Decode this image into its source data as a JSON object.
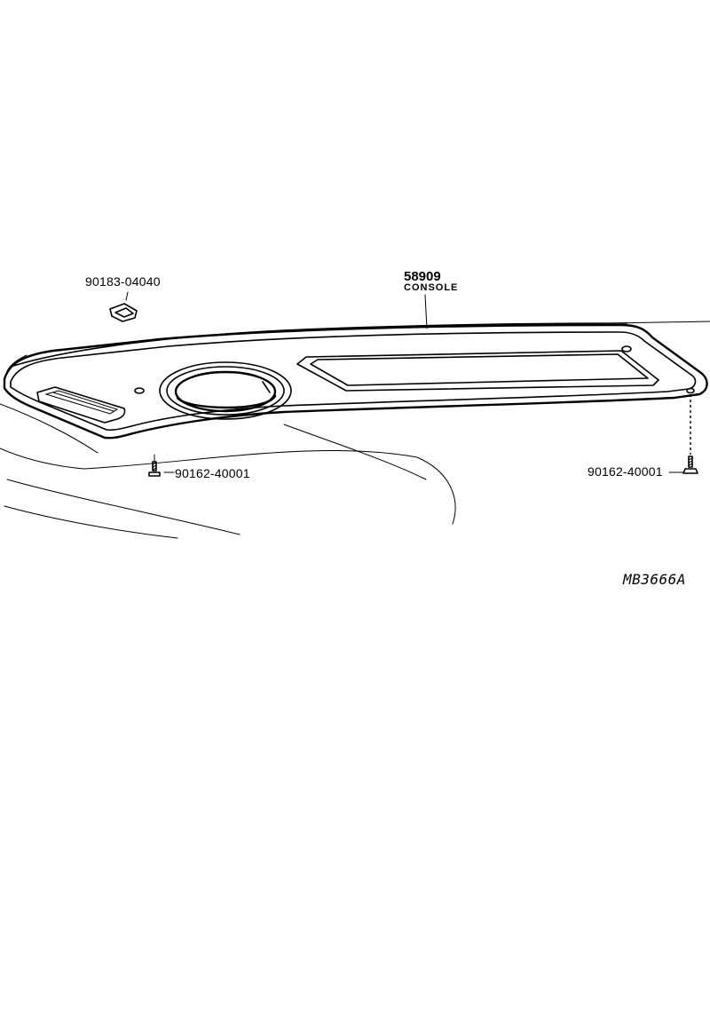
{
  "diagram": {
    "parts": [
      {
        "part_no": "90183-04040",
        "name": ""
      },
      {
        "part_no": "58909",
        "name": "CONSOLE"
      },
      {
        "part_no": "90162-40001",
        "name": ""
      },
      {
        "part_no": "90162-40001",
        "name": ""
      }
    ],
    "diagram_id": "MB3666A",
    "colors": {
      "ink": "#000000",
      "paper": "#ffffff"
    }
  }
}
